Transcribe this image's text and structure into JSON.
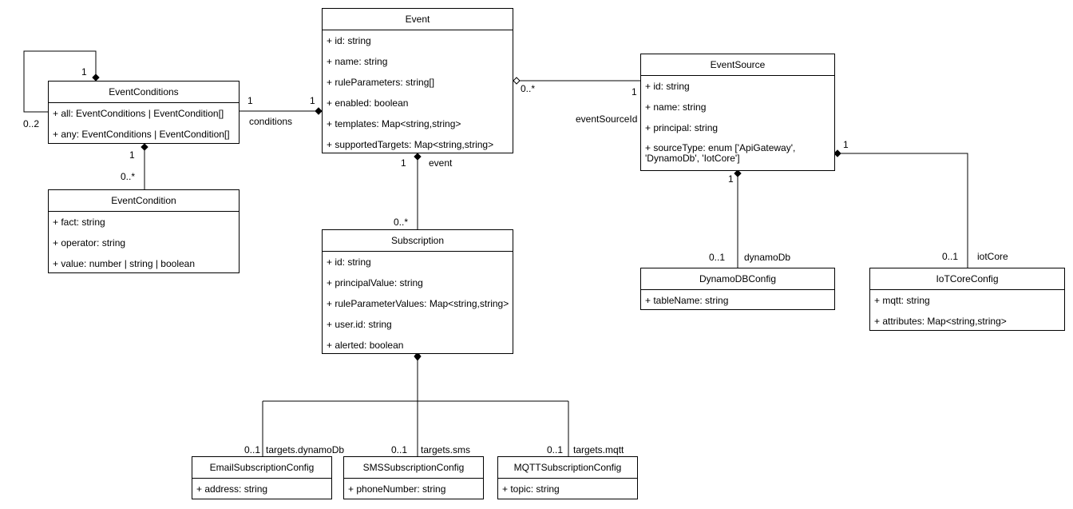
{
  "classes": {
    "event": {
      "name": "Event",
      "attributes": [
        "+ id: string",
        "+ name: string",
        "+ ruleParameters: string[]",
        "+ enabled: boolean",
        "+ templates: Map<string,string>",
        "+ supportedTargets: Map<string,string>"
      ]
    },
    "event_conditions": {
      "name": "EventConditions",
      "attributes": [
        "+ all: EventConditions | EventCondition[]",
        "+ any: EventConditions | EventCondition[]"
      ]
    },
    "event_condition": {
      "name": "EventCondition",
      "attributes": [
        "+ fact: string",
        "+ operator: string",
        "+ value: number | string | boolean"
      ]
    },
    "event_source": {
      "name": "EventSource",
      "attributes": [
        "+ id: string",
        "+ name: string",
        "+ principal: string"
      ],
      "source_type": "+ sourceType: enum ['ApiGateway', 'DynamoDb', 'IotCore']"
    },
    "subscription": {
      "name": "Subscription",
      "attributes": [
        "+ id: string",
        "+ principalValue: string",
        "+ ruleParameterValues: Map<string,string>",
        "+ user.id: string",
        "+ alerted: boolean"
      ]
    },
    "dynamodb_config": {
      "name": "DynamoDBConfig",
      "attributes": [
        "+ tableName: string"
      ]
    },
    "iotcore_config": {
      "name": "IoTCoreConfig",
      "attributes": [
        "+ mqtt: string",
        "+ attributes: Map<string,string>"
      ]
    },
    "email_config": {
      "name": "EmailSubscriptionConfig",
      "attributes": [
        "+ address: string"
      ]
    },
    "sms_config": {
      "name": "SMSSubscriptionConfig",
      "attributes": [
        "+ phoneNumber: string"
      ]
    },
    "mqtt_config": {
      "name": "MQTTSubscriptionConfig",
      "attributes": [
        "+ topic: string"
      ]
    }
  },
  "relations": {
    "self_conditions": {
      "mult_top": "1",
      "mult_left": "0..2"
    },
    "conditions": {
      "role": "conditions",
      "mult_source": "1",
      "mult_target": "1"
    },
    "condition_items": {
      "mult_top": "1",
      "mult_bottom": "0..*"
    },
    "event_source_link": {
      "role": "eventSourceId",
      "mult_event": "0..*",
      "mult_source": "1"
    },
    "event_subscription": {
      "role": "event",
      "mult_top": "1",
      "mult_bottom": "0..*"
    },
    "dynamo": {
      "role": "dynamoDb",
      "mult_top": "1",
      "mult_bottom": "0..1"
    },
    "iotcore": {
      "role": "iotCore",
      "mult_top": "1",
      "mult_bottom": "0..1"
    },
    "targets_email": {
      "role": "targets.dynamoDb",
      "mult": "0..1"
    },
    "targets_sms": {
      "role": "targets.sms",
      "mult": "0..1"
    },
    "targets_mqtt": {
      "role": "targets.mqtt",
      "mult": "0..1"
    }
  }
}
